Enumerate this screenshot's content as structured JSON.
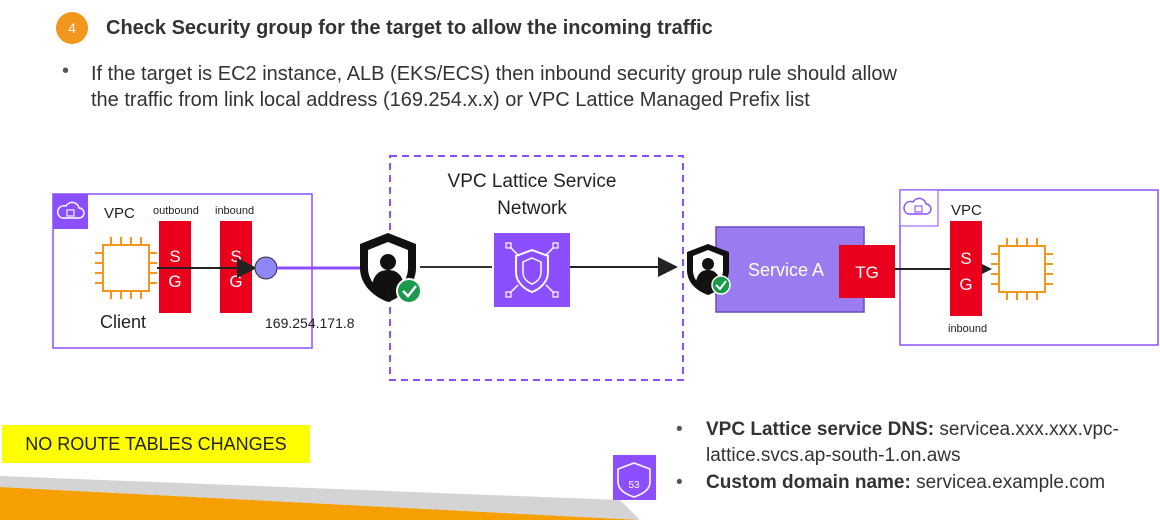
{
  "header": {
    "step_number": "4",
    "title": "Check Security group for the target to allow the incoming traffic"
  },
  "bullet": {
    "line1": "If the target is EC2 instance, ALB (EKS/ECS) then inbound security group rule should allow",
    "line2": "the traffic from link local address (169.254.x.x) or VPC Lattice Managed Prefix list"
  },
  "diagram": {
    "left_vpc": {
      "vpc_label": "VPC",
      "outbound_label": "outbound",
      "inbound_label": "inbound",
      "sg_letter_1": "S",
      "sg_letter_2": "G",
      "client_label": "Client",
      "ip_label": "169.254.171.8"
    },
    "service_network": {
      "title_line1": "VPC Lattice Service",
      "title_line2": "Network"
    },
    "service": {
      "label": "Service A",
      "tg_label": "TG"
    },
    "right_vpc": {
      "vpc_label": "VPC",
      "sg_letter_1": "S",
      "sg_letter_2": "G",
      "inbound_label": "inbound"
    },
    "route53_label": "53"
  },
  "footer": {
    "no_route_tables": "NO ROUTE TABLES CHANGES",
    "dns_items": [
      {
        "key": "VPC Lattice service DNS:",
        "value": "servicea.xxx.xxx.vpc-lattice.svcs.ap-south-1.on.aws"
      },
      {
        "key": "Custom domain name:",
        "value": "servicea.example.com"
      }
    ]
  },
  "colors": {
    "orange": "#f3961e",
    "purple": "#8c4fff",
    "sg_red": "#e8001c",
    "service_fill": "#9b7cf0",
    "accent_yellow": "#ffff00",
    "bottom_band": "#f5a000"
  },
  "icons": [
    "cloud-lock-icon",
    "ec2-chip-icon",
    "shield-user-check-icon",
    "lattice-shield-icon",
    "route53-icon"
  ]
}
